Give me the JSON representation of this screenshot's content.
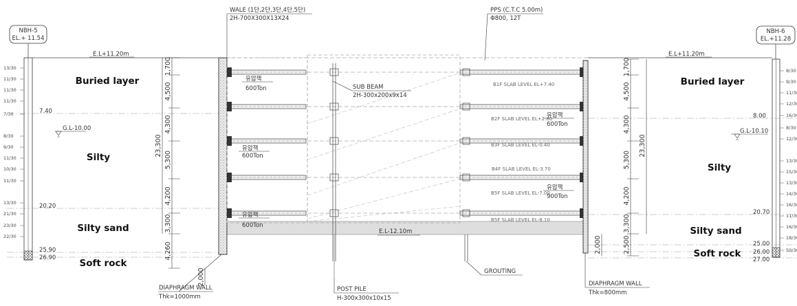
{
  "boreholes": {
    "left": {
      "name": "NBH-5",
      "elevation": "EL.+ 11.54"
    },
    "right": {
      "name": "NBH-6",
      "elevation": "EL.+11.28"
    }
  },
  "ground_levels": {
    "left": "E.L+11.20m",
    "right": "E.L+11.20m"
  },
  "groundwater": {
    "left": "G.L-10.00",
    "right": "G.L-10.10"
  },
  "excavation_level": "E.L-12.10m",
  "soil_layers": {
    "left": [
      "Buried layer",
      "Silty",
      "Silty sand",
      "Soft rock"
    ],
    "right": [
      "Buried layer",
      "Silty",
      "Silty sand",
      "Soft rock"
    ]
  },
  "layer_depths": {
    "left": [
      "7.40",
      "20.20",
      "25.90",
      "26.90"
    ],
    "right": [
      "8.00",
      "20.70",
      "25.00",
      "26.00",
      "27.00"
    ]
  },
  "spt_left": [
    "13/30",
    "11/30",
    "11/30",
    "11/30",
    "7/30",
    "8/30",
    "9/30",
    "11/30",
    "10/30",
    "11/30",
    "13/30",
    "21/30",
    "23/30",
    "22/30"
  ],
  "spt_right": [
    "8/30",
    "9/30",
    "11/30",
    "12/30",
    "16/30",
    "8/30",
    "12/30",
    "13/30",
    "15/30",
    "13/30",
    "14/30",
    "16/30",
    "11/30",
    "16/30",
    "18/30",
    "50/30"
  ],
  "callouts": {
    "wale_title": "WALE (1단,2단,3단,4단,5단)",
    "wale_spec": "2H-700X300X13X24",
    "pps_title": "PPS (C.T.C 5.00m)",
    "pps_spec": "Φ800, 12T",
    "sub_beam_title": "SUB BEAM",
    "sub_beam_spec": "2H-300x200x9x14",
    "dwall_left_title": "DIAPHRAGM WALL",
    "dwall_left_spec": "Thk=1000mm",
    "dwall_right_title": "DIAPHRAGM WALL",
    "dwall_right_spec": "Thk=800mm",
    "post_pile_title": "POST PILE",
    "post_pile_spec": "H-300x300x10x15",
    "grouting": "GROUTING"
  },
  "jacks": [
    {
      "name": "유압잭",
      "load": "600Ton"
    },
    {
      "name": "유압잭",
      "load": "600Ton"
    },
    {
      "name": "유압잭",
      "load": "600Ton"
    },
    {
      "name": "유압잭",
      "load": "600Ton"
    },
    {
      "name": "유압잭",
      "load": "600Ton"
    },
    {
      "name": "유압잭",
      "load": "900Ton"
    }
  ],
  "slab_levels": [
    "B1F SLAB LEVEL EL+7.40",
    "B2F SLAB LEVEL EL+2.80",
    "B3F SLAB LEVEL EL-0.40",
    "B4F SLAB LEVEL EL-3.70",
    "B5F SLAB LEVEL EL-7.00",
    "B5F SLAB LEVEL EL-8.10"
  ],
  "dimensions": {
    "left_segments": [
      "1,700",
      "4,500",
      "4,300",
      "5,300",
      "4,200",
      "3,300",
      "4,260"
    ],
    "left_total": "23,300",
    "left_embed": "2,000",
    "right_segments": [
      "1,700",
      "4,500",
      "4,300",
      "5,300",
      "4,200",
      "3,300",
      "2,500"
    ],
    "right_total": "23,300",
    "right_embed": "2,000"
  }
}
